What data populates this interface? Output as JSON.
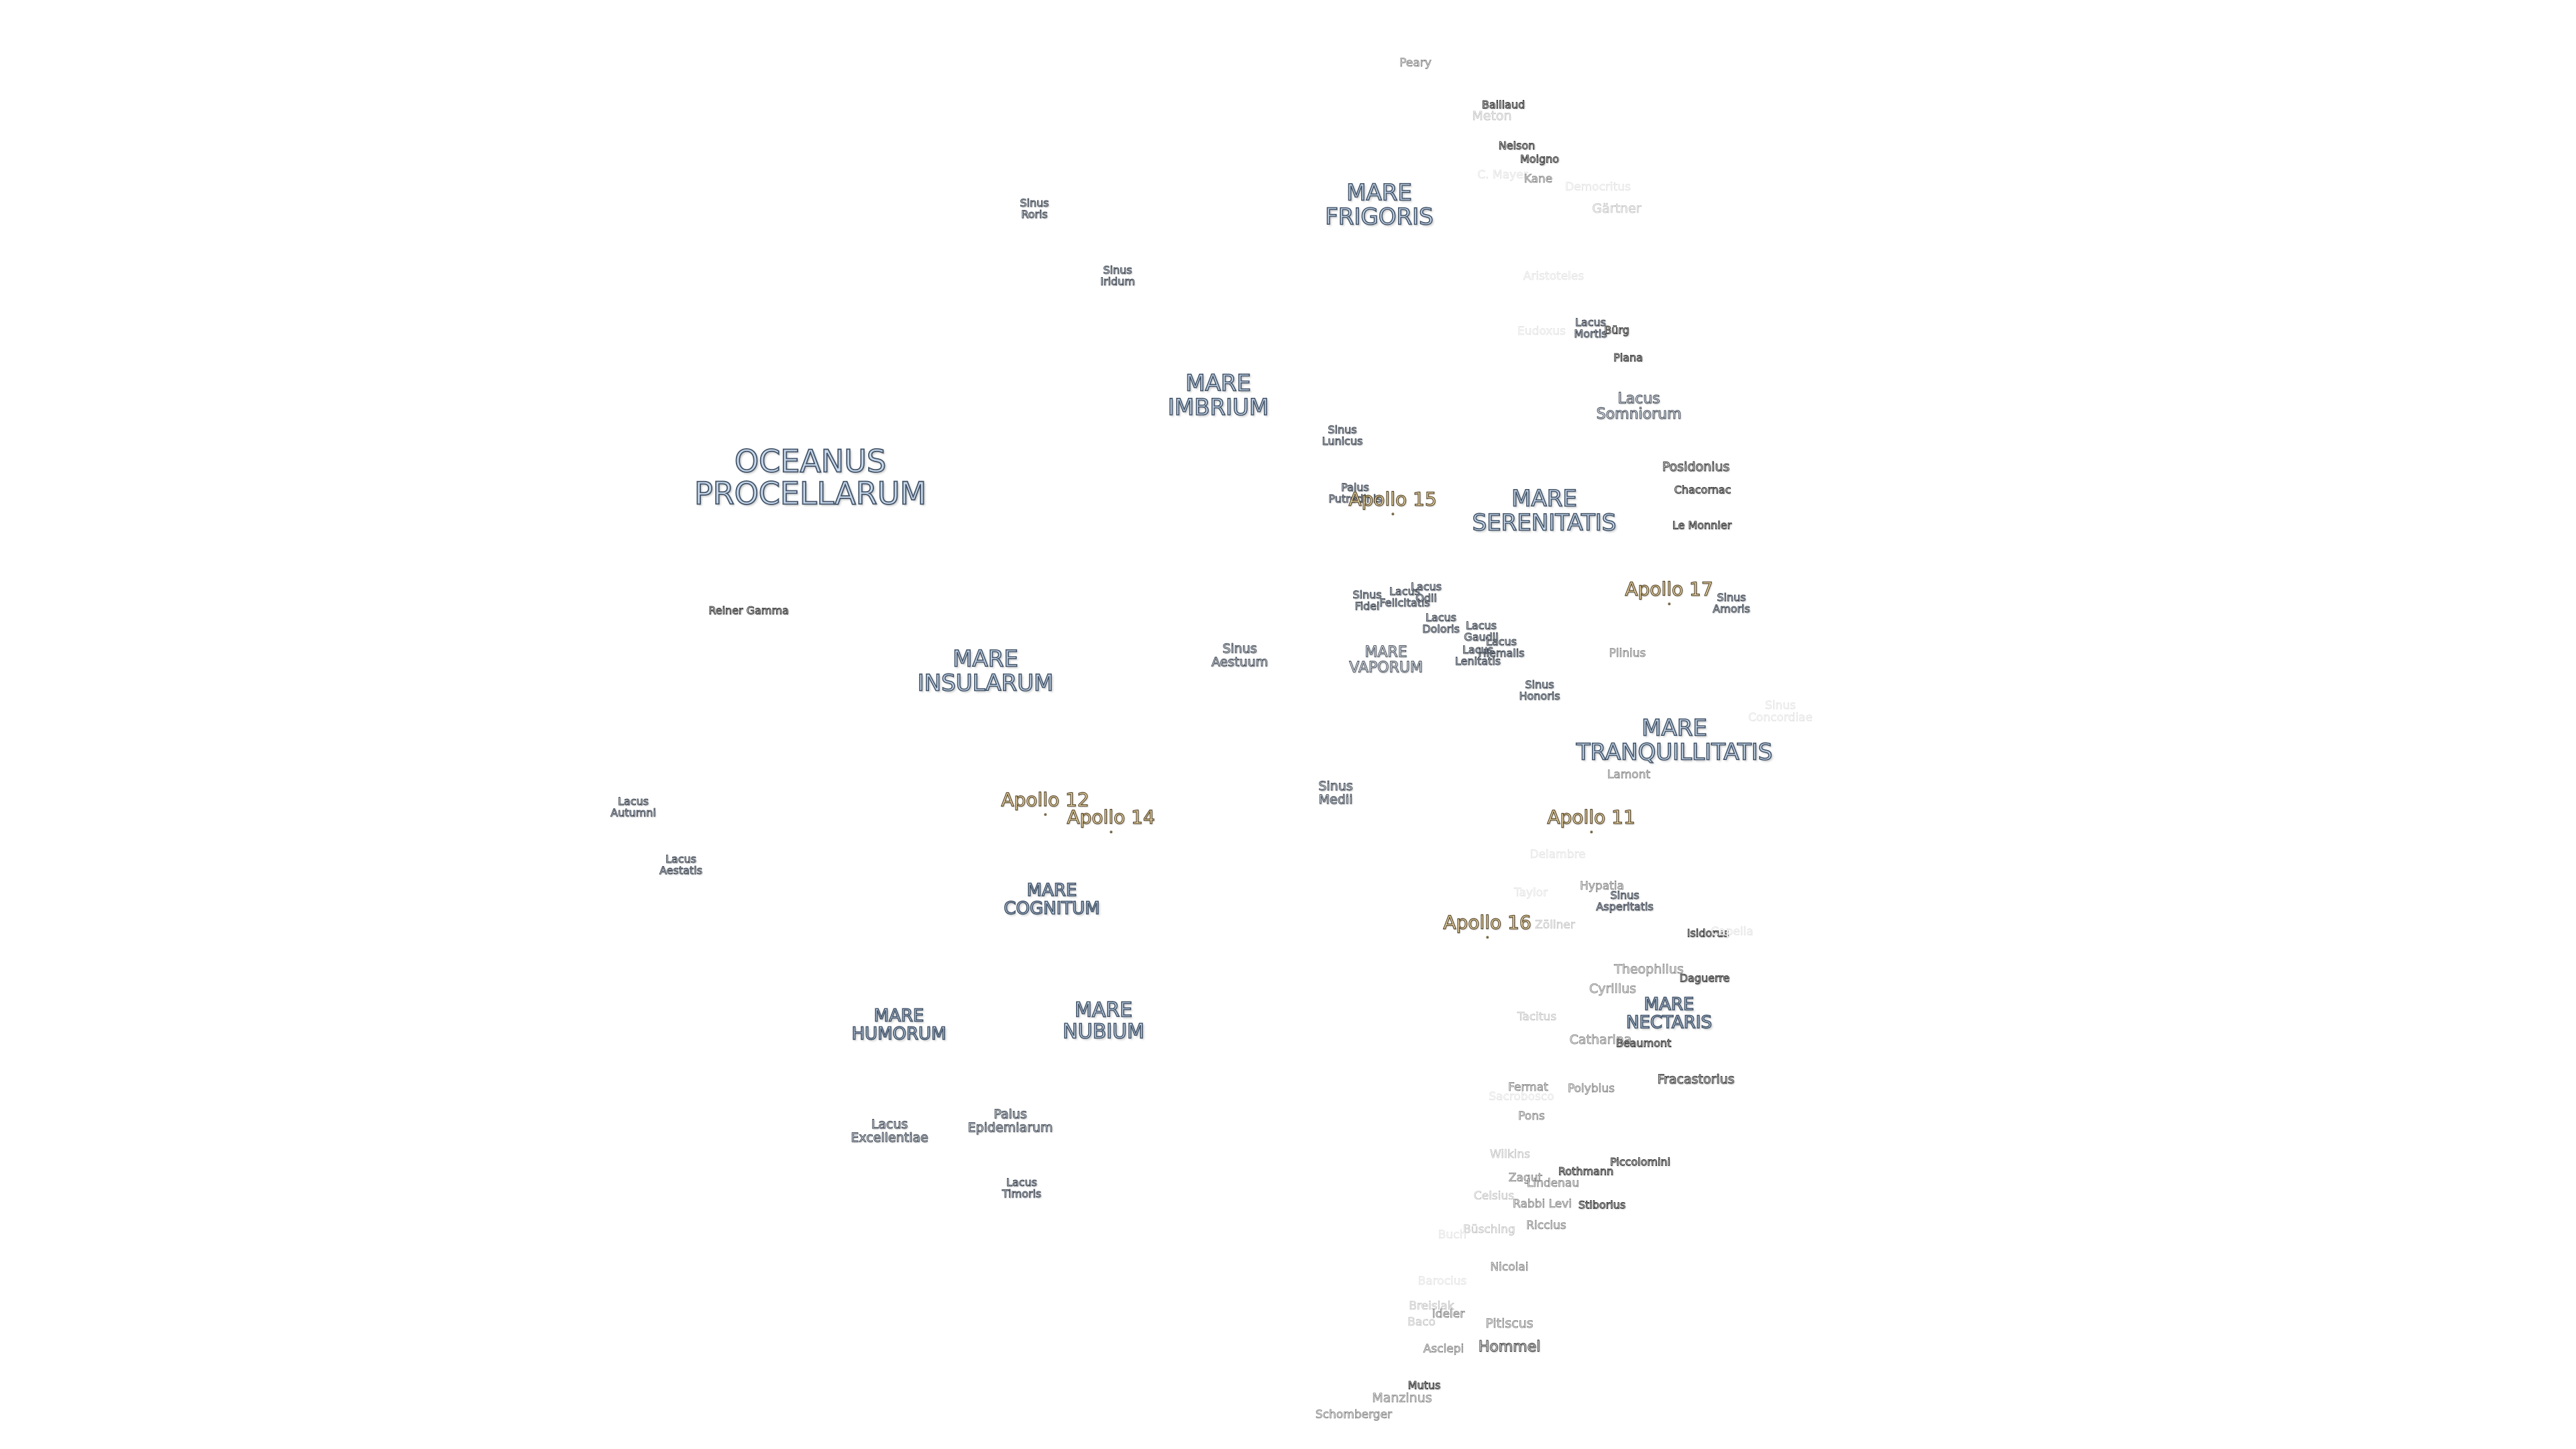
{
  "map": {
    "oceans": [
      {
        "id": "oceanus-procellarum",
        "text": "OCEANUS\nPROCELLARUM"
      }
    ],
    "maria": [
      {
        "id": "mare-frigoris",
        "text": "MARE\nFRIGORIS"
      },
      {
        "id": "mare-imbrium",
        "text": "MARE\nIMBRIUM"
      },
      {
        "id": "mare-serenitatis",
        "text": "MARE\nSERENITATIS"
      },
      {
        "id": "mare-insularum",
        "text": "MARE\nINSULARUM"
      },
      {
        "id": "mare-vaporum",
        "text": "MARE\nVAPORUM"
      },
      {
        "id": "mare-tranquillitatis",
        "text": "MARE\nTRANQUILLITATIS"
      },
      {
        "id": "mare-cognitum",
        "text": "MARE\nCOGNITUM"
      },
      {
        "id": "mare-humorum",
        "text": "MARE\nHUMORUM"
      },
      {
        "id": "mare-nubium",
        "text": "MARE\nNUBIUM"
      },
      {
        "id": "mare-nectaris",
        "text": "MARE\nNECTARIS"
      }
    ],
    "minor_features": [
      {
        "id": "sinus-roris",
        "text": "Sinus\nRoris"
      },
      {
        "id": "sinus-iridum",
        "text": "Sinus\nIridum"
      },
      {
        "id": "sinus-lunicus",
        "text": "Sinus\nLunicus"
      },
      {
        "id": "palus-putredinis",
        "text": "Palus\nPutredinis"
      },
      {
        "id": "lacus-mortis",
        "text": "Lacus\nMortis"
      },
      {
        "id": "lacus-somniorum",
        "text": "Lacus\nSomniorum"
      },
      {
        "id": "sinus-fidei",
        "text": "Sinus\nFidei"
      },
      {
        "id": "lacus-felicitatis",
        "text": "Lacus\nFelicitatis"
      },
      {
        "id": "lacus-odii",
        "text": "Lacus\nOdii"
      },
      {
        "id": "lacus-doloris",
        "text": "Lacus\nDoloris"
      },
      {
        "id": "lacus-gaudii",
        "text": "Lacus\nGaudii"
      },
      {
        "id": "lacus-hiemalis",
        "text": "Lacus\nHiemalis"
      },
      {
        "id": "lacus-lenitatis",
        "text": "Lacus\nLenitatis"
      },
      {
        "id": "sinus-aestuum",
        "text": "Sinus\nAestuum"
      },
      {
        "id": "sinus-honoris",
        "text": "Sinus\nHonoris"
      },
      {
        "id": "sinus-amoris",
        "text": "Sinus\nAmoris"
      },
      {
        "id": "sinus-concordiae",
        "text": "Sinus\nConcordiae"
      },
      {
        "id": "sinus-medii",
        "text": "Sinus\nMedii"
      },
      {
        "id": "lacus-autumni",
        "text": "Lacus\nAutumni"
      },
      {
        "id": "lacus-aestatis",
        "text": "Lacus\nAestatis"
      },
      {
        "id": "sinus-asperitatis",
        "text": "Sinus\nAsperitatis"
      },
      {
        "id": "lacus-excellentiae",
        "text": "Lacus\nExcellentiae"
      },
      {
        "id": "palus-epidemiarum",
        "text": "Palus\nEpidemiarum"
      },
      {
        "id": "lacus-timoris",
        "text": "Lacus\nTimoris"
      }
    ],
    "apollo_sites": [
      {
        "id": "apollo-15",
        "text": "Apollo 15"
      },
      {
        "id": "apollo-17",
        "text": "Apollo 17"
      },
      {
        "id": "apollo-12",
        "text": "Apollo 12"
      },
      {
        "id": "apollo-14",
        "text": "Apollo 14"
      },
      {
        "id": "apollo-11",
        "text": "Apollo 11"
      },
      {
        "id": "apollo-16",
        "text": "Apollo 16"
      }
    ],
    "craters": [
      {
        "id": "peary",
        "text": "Peary"
      },
      {
        "id": "baillaud",
        "text": "Baillaud"
      },
      {
        "id": "meton",
        "text": "Meton"
      },
      {
        "id": "nelson",
        "text": "Nelson"
      },
      {
        "id": "moigno",
        "text": "Moigno"
      },
      {
        "id": "c-mayer",
        "text": "C. Mayer"
      },
      {
        "id": "kane",
        "text": "Kane"
      },
      {
        "id": "democritus",
        "text": "Democritus"
      },
      {
        "id": "gartner",
        "text": "Gärtner"
      },
      {
        "id": "aristoteles",
        "text": "Aristoteles"
      },
      {
        "id": "eudoxus",
        "text": "Eudoxus"
      },
      {
        "id": "burg",
        "text": "Bürg"
      },
      {
        "id": "plana",
        "text": "Plana"
      },
      {
        "id": "posidonius",
        "text": "Posidonius"
      },
      {
        "id": "chacornac",
        "text": "Chacornac"
      },
      {
        "id": "le-monnier",
        "text": "Le Monnier"
      },
      {
        "id": "reiner-gamma",
        "text": "Reiner Gamma"
      },
      {
        "id": "plinius",
        "text": "Plinius"
      },
      {
        "id": "lamont",
        "text": "Lamont"
      },
      {
        "id": "delambre",
        "text": "Delambre"
      },
      {
        "id": "hypatia",
        "text": "Hypatia"
      },
      {
        "id": "taylor",
        "text": "Taylor"
      },
      {
        "id": "zollner",
        "text": "Zöllner"
      },
      {
        "id": "isidorus",
        "text": "Isidorus"
      },
      {
        "id": "capella",
        "text": "Capella"
      },
      {
        "id": "theophilus",
        "text": "Theophilus"
      },
      {
        "id": "daguerre",
        "text": "Daguerre"
      },
      {
        "id": "cyrillus",
        "text": "Cyrillus"
      },
      {
        "id": "tacitus",
        "text": "Tacitus"
      },
      {
        "id": "catharina",
        "text": "Catharina"
      },
      {
        "id": "beaumont",
        "text": "Beaumont"
      },
      {
        "id": "fracastorius",
        "text": "Fracastorius"
      },
      {
        "id": "fermat",
        "text": "Fermat"
      },
      {
        "id": "polybius",
        "text": "Polybius"
      },
      {
        "id": "sacrobosco",
        "text": "Sacrobosco"
      },
      {
        "id": "pons",
        "text": "Pons"
      },
      {
        "id": "wilkins",
        "text": "Wilkins"
      },
      {
        "id": "piccolomini",
        "text": "Piccolomini"
      },
      {
        "id": "rothmann",
        "text": "Rothmann"
      },
      {
        "id": "zagut",
        "text": "Zagut"
      },
      {
        "id": "lindenau",
        "text": "Lindenau"
      },
      {
        "id": "celsius",
        "text": "Celsius"
      },
      {
        "id": "rabbi-levi",
        "text": "Rabbi Levi"
      },
      {
        "id": "stiborius",
        "text": "Stiborius"
      },
      {
        "id": "riccius",
        "text": "Riccius"
      },
      {
        "id": "busching",
        "text": "Büsching"
      },
      {
        "id": "buch",
        "text": "Buch"
      },
      {
        "id": "nicolai",
        "text": "Nicolai"
      },
      {
        "id": "barocius",
        "text": "Barocius"
      },
      {
        "id": "breislak",
        "text": "Breislak"
      },
      {
        "id": "ideler",
        "text": "Ideler"
      },
      {
        "id": "baco",
        "text": "Baco"
      },
      {
        "id": "pitiscus",
        "text": "Pitiscus"
      },
      {
        "id": "asclepi",
        "text": "Asclepi"
      },
      {
        "id": "hommel",
        "text": "Hommel"
      },
      {
        "id": "mutus",
        "text": "Mutus"
      },
      {
        "id": "manzinus",
        "text": "Manzinus"
      },
      {
        "id": "schomberger",
        "text": "Schomberger"
      }
    ]
  }
}
